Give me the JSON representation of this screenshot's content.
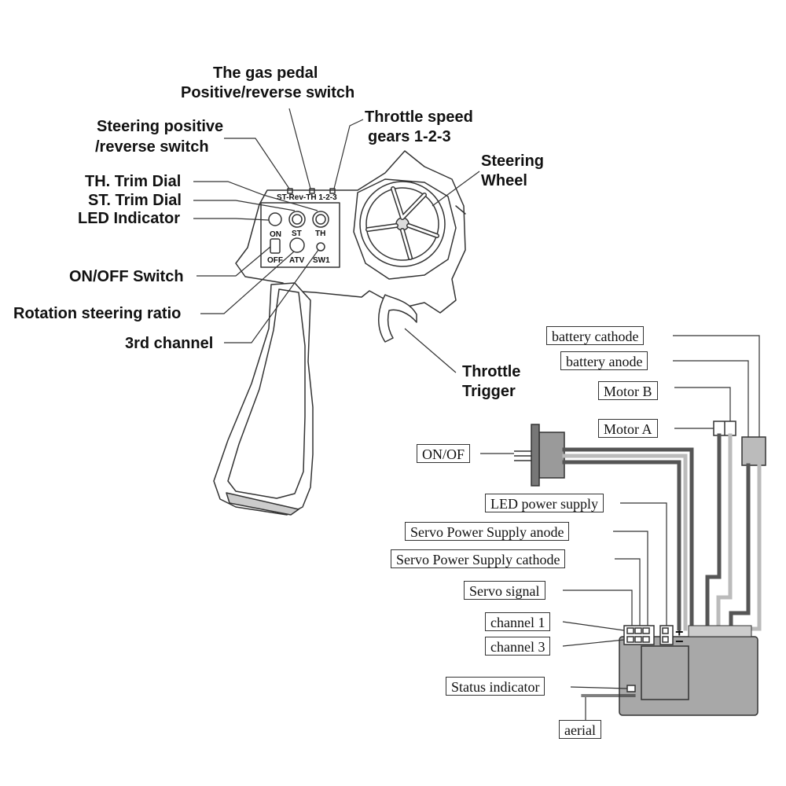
{
  "transmitter": {
    "labels": {
      "gas_pedal_switch_line1": "The gas pedal",
      "gas_pedal_switch_line2": "Positive/reverse switch",
      "steering_switch_line1": "Steering positive",
      "steering_switch_line2": "/reverse switch",
      "throttle_speed_line1": "Throttle speed",
      "throttle_speed_line2": "gears 1-2-3",
      "steering_wheel_line1": "Steering",
      "steering_wheel_line2": "Wheel",
      "th_trim": "TH. Trim Dial",
      "st_trim": "ST. Trim Dial",
      "led": "LED Indicator",
      "onoff": "ON/OFF Switch",
      "rotation": "Rotation steering ratio",
      "third_channel": "3rd channel",
      "throttle_trigger_line1": "Throttle",
      "throttle_trigger_line2": "Trigger"
    },
    "panel": {
      "top_text": "ST-Rev-TH 1-2-3",
      "on": "ON",
      "st": "ST",
      "th": "TH",
      "off": "OFF",
      "atv": "ATV",
      "sw1": "SW1"
    }
  },
  "receiver": {
    "labels": {
      "battery_cathode": "battery cathode",
      "battery_anode": "battery anode",
      "motor_b": "Motor B",
      "motor_a": "Motor A",
      "onof": "ON/OF",
      "led_power": "LED power supply",
      "servo_anode": "Servo Power Supply anode",
      "servo_cathode": "Servo Power Supply cathode",
      "servo_signal": "Servo signal",
      "channel1": "channel 1",
      "channel3": "channel 3",
      "status_indicator": "Status indicator",
      "aerial": "aerial"
    },
    "plus_sign": "+",
    "minus_sign": "−"
  },
  "colors": {
    "outline": "#333333",
    "board_fill": "#a8a8a8",
    "wire_dark": "#555555",
    "wire_light": "#bbbbbb",
    "label_border": "#333333"
  }
}
